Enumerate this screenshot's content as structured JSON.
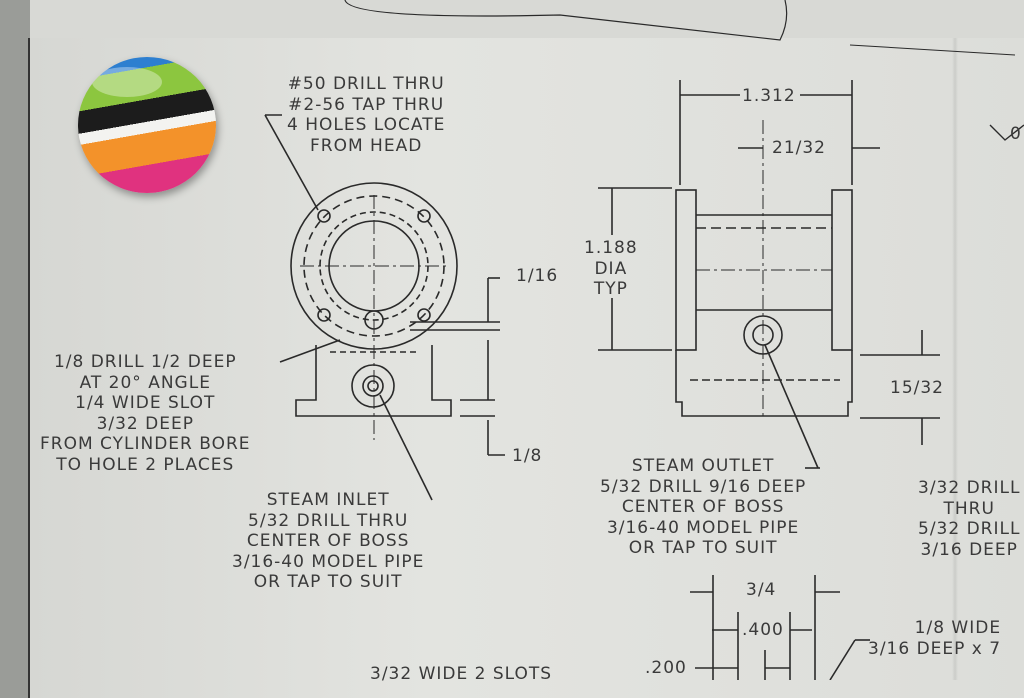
{
  "annotations": {
    "drill_note": "#50 DRILL THRU\n#2-56 TAP THRU\n4 HOLES LOCATE\nFROM HEAD",
    "slot_note": "1/8 DRILL 1/2 DEEP\nAT 20° ANGLE\n1/4 WIDE SLOT\n3/32 DEEP\nFROM CYLINDER BORE\nTO HOLE 2 PLACES",
    "steam_inlet": "STEAM INLET\n5/32 DRILL THRU\nCENTER OF BOSS\n3/16-40 MODEL PIPE\nOR TAP TO SUIT",
    "steam_outlet": "STEAM OUTLET\n5/32 DRILL 9/16 DEEP\nCENTER OF BOSS\n3/16-40 MODEL PIPE\nOR TAP TO SUIT",
    "right_note": "3/32 DRILL\nTHRU\n5/32 DRILL\n3/16 DEEP",
    "bottom_right_note": "1/8 WIDE\n3/16 DEEP x 7",
    "slots_note": "3/32 WIDE 2 SLOTS",
    "corner_fragment": "0"
  },
  "dimensions": {
    "width_overall": "1.312",
    "width_half": "21/32",
    "dia": "1.188\nDIA\nTYP",
    "d_1_16": "1/16",
    "d_1_8": "1/8",
    "d_15_32": "15/32",
    "d_3_4": "3/4",
    "d_400": ".400",
    "d_200": ".200"
  }
}
